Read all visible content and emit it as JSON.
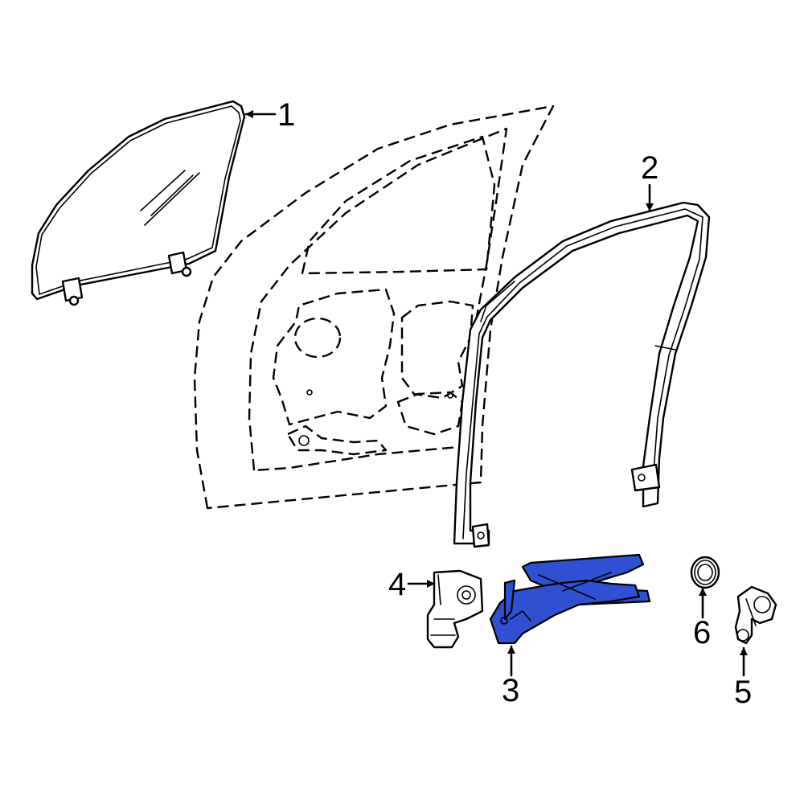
{
  "diagram": {
    "highlight_color": "#2f50d0",
    "callouts": [
      {
        "id": "1",
        "label": "1",
        "part": "door-glass"
      },
      {
        "id": "2",
        "label": "2",
        "part": "glass-run-channel"
      },
      {
        "id": "3",
        "label": "3",
        "part": "window-regulator"
      },
      {
        "id": "4",
        "label": "4",
        "part": "regulator-motor"
      },
      {
        "id": "5",
        "label": "5",
        "part": "window-crank-handle"
      },
      {
        "id": "6",
        "label": "6",
        "part": "crank-handle-bezel"
      }
    ]
  }
}
